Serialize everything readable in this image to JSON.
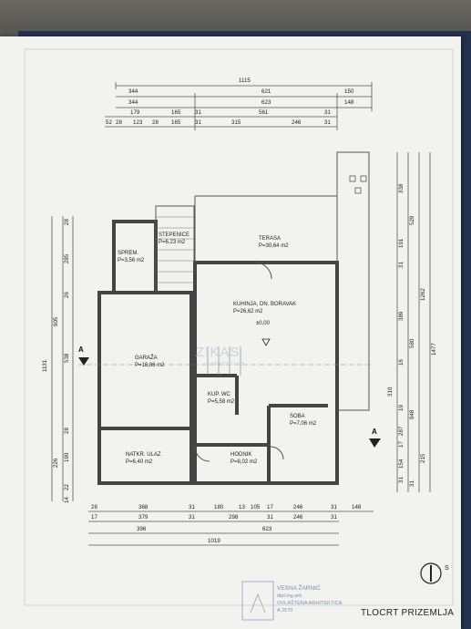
{
  "sheet_title": "TLOCRT PRIZEMLJA",
  "compass_letter": "S",
  "stamp": {
    "name": "VESNA ŽARNIĆ",
    "title1": "dipl.ing.arh.",
    "title2": "OVLAŠTENA ARHITEKTICA",
    "number": "A 2570"
  },
  "watermark": {
    "text": "ZIKAS",
    "sub": "nekretnine"
  },
  "section_marks": [
    "A",
    "A"
  ],
  "rooms": [
    {
      "name": "STEPENICE",
      "area": "P=6,23 m2"
    },
    {
      "name": "SPREM.",
      "area": "P=3,56 m2"
    },
    {
      "name": "TERASA",
      "area": "P=30,64 m2"
    },
    {
      "name": "KUHINJA, DN. BORAVAK",
      "area": "P=26,62 m2"
    },
    {
      "name": "GARAŽA",
      "area": "P=18,86 m2"
    },
    {
      "name": "KUP. WC",
      "area": "P=5,58 m2"
    },
    {
      "name": "SOBA",
      "area": "P=7,06 m2"
    },
    {
      "name": "HODNIK",
      "area": "P=8,02 m2"
    },
    {
      "name": "NATKR. ULAZ",
      "area": "P=6,40 m2"
    }
  ],
  "level_mark": "±0,00",
  "dims_top": {
    "r1": [
      "1115"
    ],
    "r2": [
      "344",
      "621",
      "150"
    ],
    "r3": [
      "344",
      "623",
      "148"
    ],
    "r4": [
      "179",
      "165",
      "31",
      "561",
      "31"
    ],
    "r5": [
      "52",
      "28",
      "123",
      "28",
      "165",
      "31",
      "315",
      "246",
      "31"
    ]
  },
  "dims_bottom": {
    "r1": [
      "28",
      "368",
      "31",
      "180",
      "13",
      "105",
      "17",
      "246",
      "31",
      "148"
    ],
    "r2": [
      "17",
      "379",
      "31",
      "298",
      "31",
      "246",
      "31"
    ],
    "r3": [
      "396",
      "623"
    ],
    "r4": [
      "1019"
    ]
  },
  "dims_left": {
    "outer": [
      "1131"
    ],
    "mid": [
      "905",
      "226"
    ],
    "inner": [
      "28",
      "285",
      "26",
      "538",
      "28",
      "190",
      "22",
      "14"
    ]
  },
  "dims_right": {
    "outer": [
      "1477"
    ],
    "mid": [
      "1262",
      "215"
    ],
    "in2": [
      "529",
      "580",
      "948"
    ],
    "in1": [
      "338",
      "191",
      "31",
      "389",
      "16",
      "310",
      "19",
      "287",
      "17",
      "154",
      "31",
      "31"
    ]
  }
}
